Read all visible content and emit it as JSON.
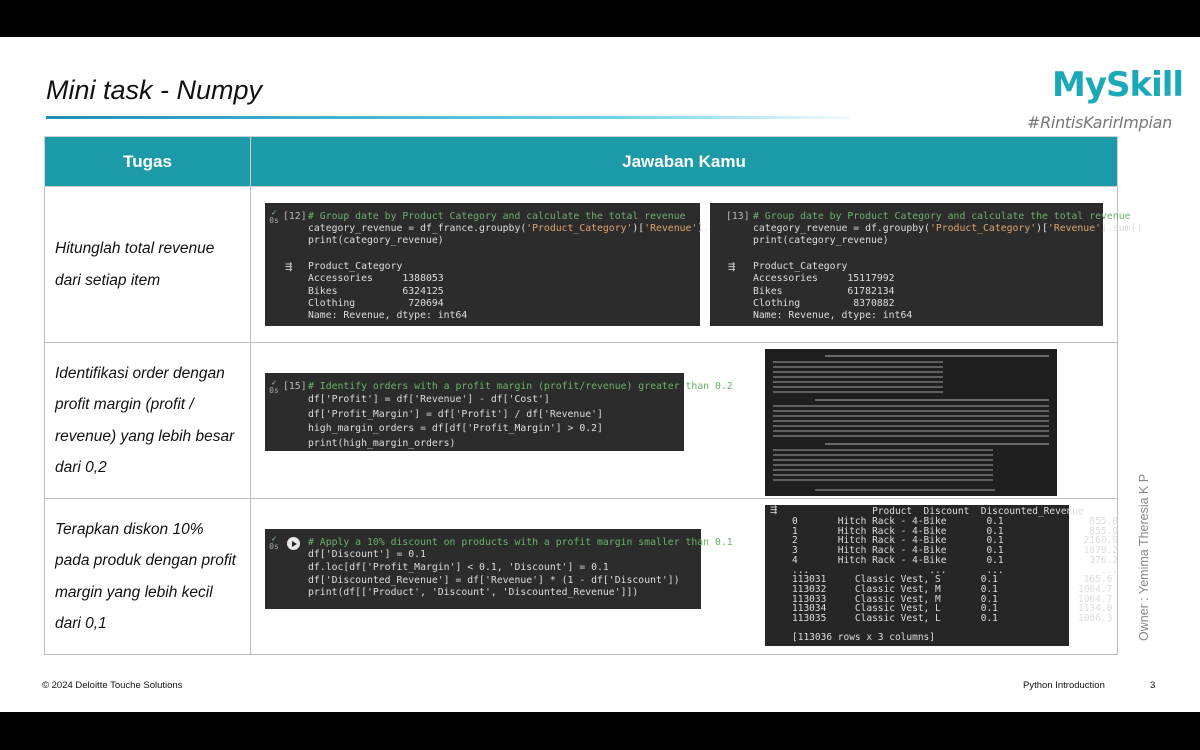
{
  "slide": {
    "title": "Mini task - Numpy",
    "logo": "MySkill",
    "tagline": "#RintisKarirImpian",
    "owner": "Owner : Yemima Theresia K P",
    "footer_copyright": "© 2024 Deloitte Touche Solutions",
    "footer_course": "Python Introduction",
    "page_number": "3"
  },
  "table": {
    "header_task": "Tugas",
    "header_answer": "Jawaban Kamu",
    "rows": [
      {
        "task": "Hitunglah total revenue dari setiap item"
      },
      {
        "task": "Identifikasi order dengan profit margin (profit / revenue) yang lebih besar dari 0,2"
      },
      {
        "task": "Terapkan diskon 10% pada produk dengan profit margin yang lebih kecil dari 0,1"
      }
    ]
  },
  "cells": {
    "c12": {
      "exec": "0s",
      "num": "[12]",
      "comment": "# Group date by Product Category and calculate the total revenue",
      "line2a": "category_revenue = df_france.groupby(",
      "line2s": "'Product_Category'",
      "line2b": ")[",
      "line2s2": "'Revenue'",
      "line2c": "].sum()",
      "line3": "print(category_revenue)",
      "output": "Product_Category\nAccessories     1388053\nBikes           6324125\nClothing         720694\nName: Revenue, dtype: int64"
    },
    "c13": {
      "num": "[13]",
      "comment": "# Group date by Product Category and calculate the total revenue",
      "line2a": "category_revenue = df.groupby(",
      "line2s": "'Product_Category'",
      "line2b": ")[",
      "line2s2": "'Revenue'",
      "line2c": "].sum()",
      "line3": "print(category_revenue)",
      "output": "Product_Category\nAccessories     15117992\nBikes           61782134\nClothing         8370882\nName: Revenue, dtype: int64"
    },
    "c15": {
      "exec": "0s",
      "num": "[15]",
      "comment": "# Identify orders with a profit margin (profit/revenue) greater than 0.2",
      "code": "df['Profit'] = df['Revenue'] - df['Cost']\ndf['Profit_Margin'] = df['Profit'] / df['Revenue']\nhigh_margin_orders = df[df['Profit_Margin'] > 0.2]\nprint(high_margin_orders)"
    },
    "c16": {
      "exec": "0s",
      "comment": "# Apply a 10% discount on products with a profit margin smaller than 0.1",
      "code": "df['Discount'] = 0.1\ndf.loc[df['Profit_Margin'] < 0.1, 'Discount'] = 0.1\ndf['Discounted_Revenue'] = df['Revenue'] * (1 - df['Discount'])\nprint(df[['Product', 'Discount', 'Discounted_Revenue']])",
      "output_header": "              Product  Discount  Discounted_Revenue",
      "output": "0       Hitch Rack - 4-Bike       0.1               855.0\n1       Hitch Rack - 4-Bike       0.1               855.0\n2       Hitch Rack - 4-Bike       0.1              2160.9\n3       Hitch Rack - 4-Bike       0.1              1879.2\n4       Hitch Rack - 4-Bike       0.1               376.2\n...                     ...       ...                 ...\n113031     Classic Vest, S       0.1               165.6\n113032     Classic Vest, M       0.1              1064.7\n113033     Classic Vest, M       0.1              1064.7\n113034     Classic Vest, L       0.1              1134.0\n113035     Classic Vest, L       0.1              1086.3\n\n[113036 rows x 3 columns]"
    }
  }
}
